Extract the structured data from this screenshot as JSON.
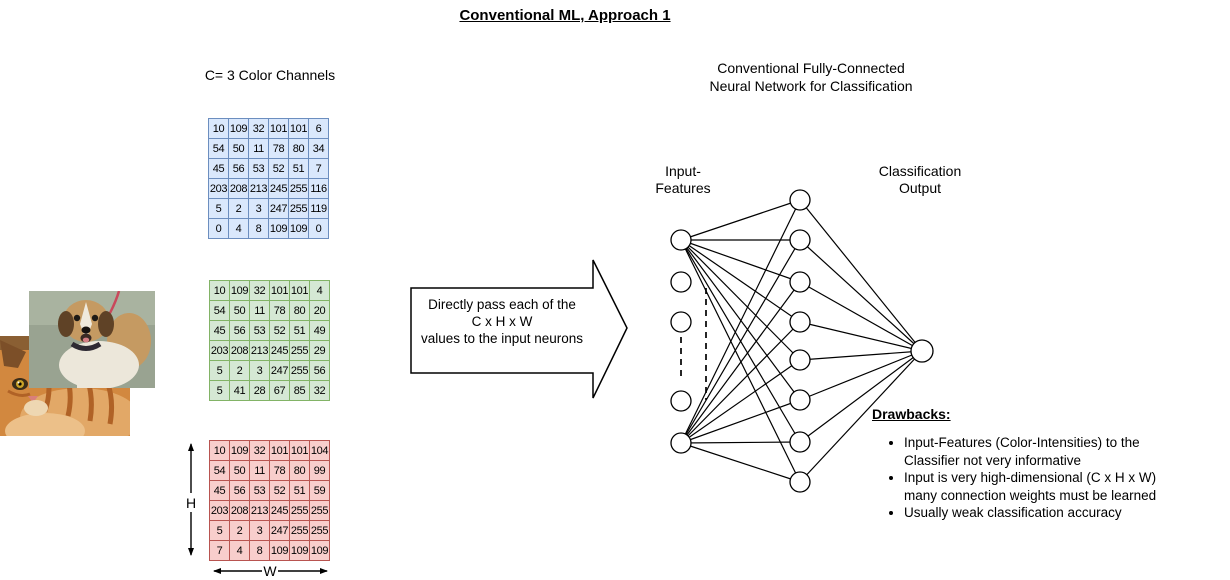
{
  "title": "Conventional ML, Approach 1",
  "channels_label": "C= 3 Color Channels",
  "nn_header": {
    "line1": "Conventional Fully-Connected",
    "line2": "Neural Network for Classification"
  },
  "input_label": {
    "line1": "Input-",
    "line2": "Features"
  },
  "output_label": {
    "line1": "Classification",
    "line2": "Output"
  },
  "arrow_text": {
    "line1": "Directly pass each of the",
    "line2": "C x H x W",
    "line3": "values to the input neurons"
  },
  "dim_labels": {
    "height": "H",
    "width": "W"
  },
  "matrices": [
    {
      "name": "blue-channel",
      "fill": "#dae8fc",
      "stroke": "#6c8ebf",
      "rows": [
        [
          10,
          109,
          32,
          101,
          101,
          6
        ],
        [
          54,
          50,
          11,
          78,
          80,
          34
        ],
        [
          45,
          56,
          53,
          52,
          51,
          7
        ],
        [
          203,
          208,
          213,
          245,
          255,
          116
        ],
        [
          5,
          2,
          3,
          247,
          255,
          119
        ],
        [
          0,
          4,
          8,
          109,
          109,
          0
        ]
      ]
    },
    {
      "name": "green-channel",
      "fill": "#d5e8d4",
      "stroke": "#82b366",
      "rows": [
        [
          10,
          109,
          32,
          101,
          101,
          4
        ],
        [
          54,
          50,
          11,
          78,
          80,
          20
        ],
        [
          45,
          56,
          53,
          52,
          51,
          49
        ],
        [
          203,
          208,
          213,
          245,
          255,
          29
        ],
        [
          5,
          2,
          3,
          247,
          255,
          56
        ],
        [
          5,
          41,
          28,
          67,
          85,
          32
        ]
      ]
    },
    {
      "name": "red-channel",
      "fill": "#f8cecc",
      "stroke": "#b85450",
      "rows": [
        [
          10,
          109,
          32,
          101,
          101,
          104
        ],
        [
          54,
          50,
          11,
          78,
          80,
          99
        ],
        [
          45,
          56,
          53,
          52,
          51,
          59
        ],
        [
          203,
          208,
          213,
          245,
          255,
          255
        ],
        [
          5,
          2,
          3,
          247,
          255,
          255
        ],
        [
          7,
          4,
          8,
          109,
          109,
          109
        ]
      ]
    }
  ],
  "network": {
    "input_nodes": 5,
    "hidden_nodes": 8,
    "output_nodes": 1,
    "fully_connected_inputs": [
      0,
      4
    ],
    "has_ellipsis_dashes": true
  },
  "drawbacks": {
    "title": "Drawbacks:",
    "items": [
      "Input-Features (Color-Intensities) to the Classifier not very informative",
      "Input is very high-dimensional (C x H x W) many connection weights must be learned",
      "Usually weak classification accuracy"
    ]
  }
}
